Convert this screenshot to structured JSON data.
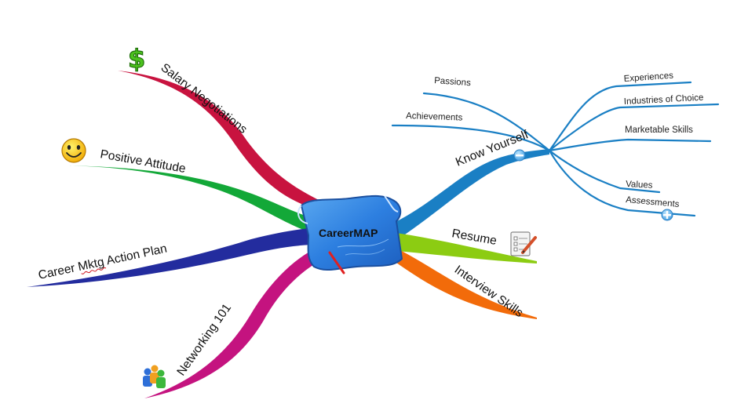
{
  "central": {
    "title": "CareerMAP"
  },
  "branches": {
    "salary": {
      "label": "Salary Negotiations",
      "icon": "dollar-icon",
      "color": "#c8133f"
    },
    "attitude": {
      "label": "Positive Attitude",
      "icon": "smiley-icon",
      "color": "#13a838"
    },
    "action_plan": {
      "label": "Career Mktg Action Plan",
      "color": "#232c9e"
    },
    "networking": {
      "label": "Networking 101",
      "icon": "people-icon",
      "color": "#c4137f"
    },
    "know_yourself": {
      "label": "Know Yourself",
      "color": "#1a7fc4",
      "collapse_icon": "minus-icon",
      "children": {
        "passions": "Passions",
        "achievements": "Achievements",
        "experiences": "Experiences",
        "industries": "Industries of Choice",
        "marketable": "Marketable Skills",
        "values": "Values",
        "assessments": "Assessments"
      },
      "expand_icon": "plus-icon"
    },
    "resume": {
      "label": "Resume",
      "icon": "notepad-pencil-icon",
      "color": "#8ccc12"
    },
    "interview": {
      "label": "Interview Skills",
      "color": "#f26b0a"
    }
  }
}
